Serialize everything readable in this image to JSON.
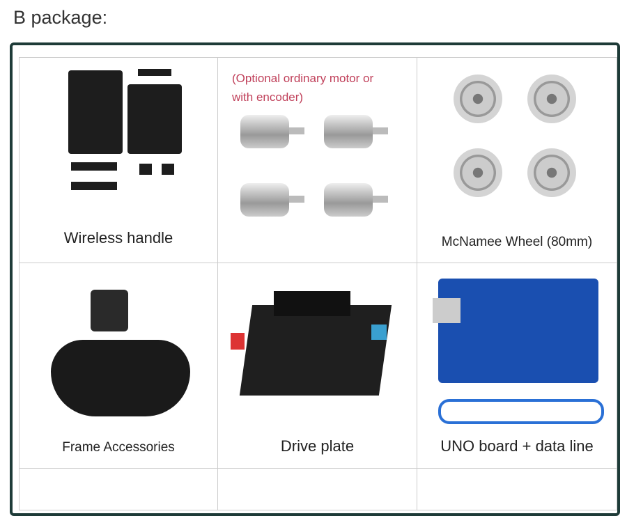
{
  "title": "B package:",
  "cells": [
    {
      "label": "Wireless handle"
    },
    {
      "label": "",
      "note_line1": "(Optional ordinary motor or",
      "note_line2": "with encoder)"
    },
    {
      "label": "McNamee Wheel (80mm)"
    },
    {
      "label": "Frame Accessories"
    },
    {
      "label": "Drive plate"
    },
    {
      "label": "UNO board + data line"
    }
  ],
  "colors": {
    "frame": "#1e3b38",
    "note": "#c0405a"
  }
}
